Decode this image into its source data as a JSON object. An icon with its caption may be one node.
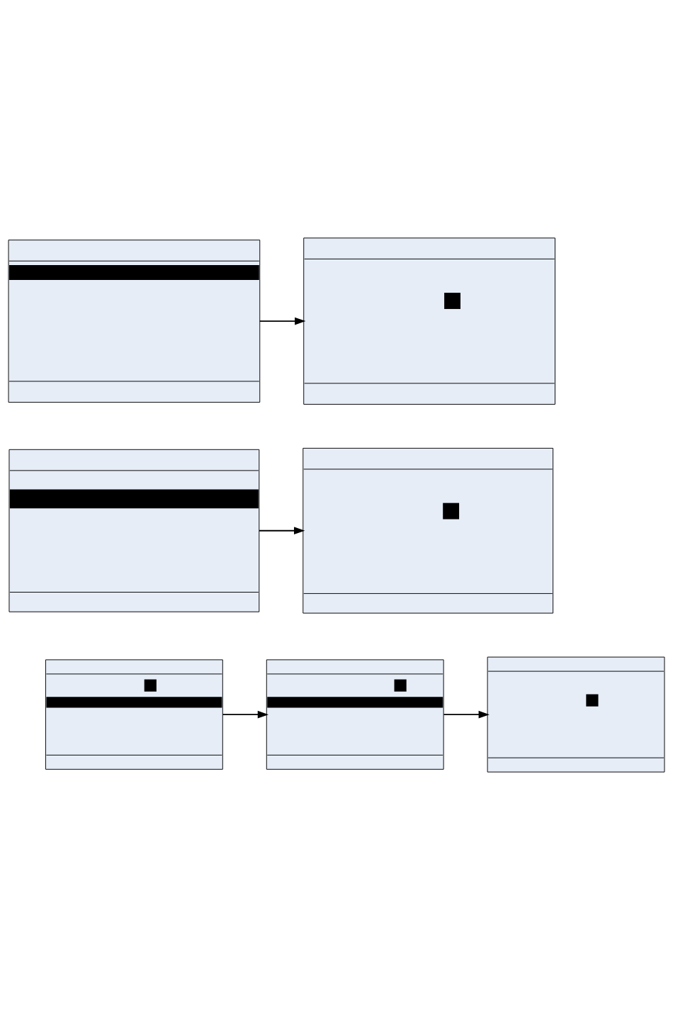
{
  "diagram": {
    "nodes": [
      {
        "text": [],
        "shape": "box"
      },
      {
        "text": [],
        "shape": "box"
      },
      {
        "text": [],
        "shape": "box"
      },
      {
        "text": [],
        "shape": "box"
      },
      {
        "text": [],
        "shape": "box"
      },
      {
        "text": [],
        "shape": "box"
      },
      {
        "text": [],
        "shape": "box"
      }
    ],
    "edges": [
      {
        "from": 0,
        "to": 1,
        "arrow": "to"
      },
      {
        "from": 2,
        "to": 3,
        "arrow": "to"
      },
      {
        "from": 4,
        "to": 5,
        "arrow": "to"
      },
      {
        "from": 5,
        "to": 6,
        "arrow": "to"
      }
    ]
  }
}
